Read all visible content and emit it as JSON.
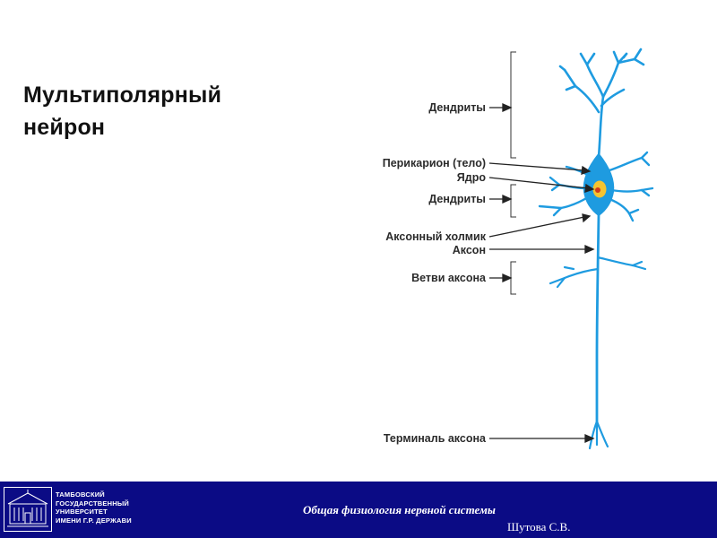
{
  "title": {
    "line1": "Мультиполярный",
    "line2": "нейрон"
  },
  "labels": {
    "dendrites_top": "Дендриты",
    "perikaryon": "Перикарион (тело)",
    "nucleus": "Ядро",
    "dendrites_mid": "Дендриты",
    "axon_hillock": "Аксонный холмик",
    "axon": "Аксон",
    "axon_branches": "Ветви аксона",
    "axon_terminal": "Терминаль аксона"
  },
  "footer": {
    "university": [
      "ТАМБОВСКИЙ",
      "ГОСУДАРСТВЕННЫЙ",
      "УНИВЕРСИТЕТ",
      "ИМЕНИ Г.Р. ДЕРЖАВИ"
    ],
    "course": "Общая физиология нервной системы",
    "author": "Шутова С.В."
  },
  "colors": {
    "neuron": "#1e9be0",
    "nucleus": "#f5c431",
    "nucleolus": "#d23a1e",
    "footer_bg": "#0b0b85",
    "label_text": "#2b2b2b"
  }
}
